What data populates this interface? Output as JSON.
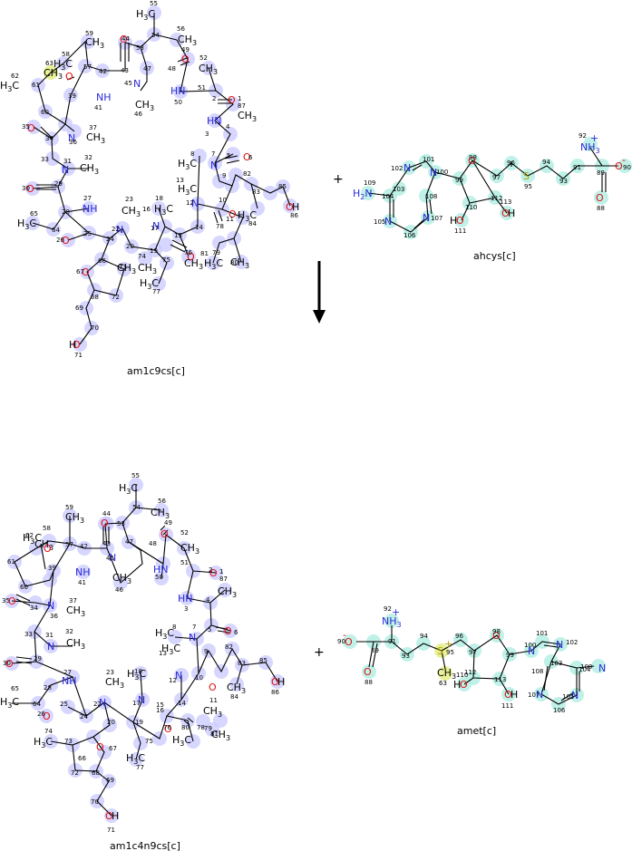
{
  "reaction": {
    "reactants": [
      {
        "label": "am1c9cs[c]"
      },
      {
        "label": "ahcys[c]"
      }
    ],
    "products": [
      {
        "label": "am1c4n9cs[c]"
      },
      {
        "label": "amet[c]"
      }
    ],
    "plus_top": "+",
    "plus_bottom": "+"
  },
  "colors": {
    "highlight_reactant_main": "#c8c8ff",
    "highlight_cofactor": "#b8f0e6",
    "highlight_sulfur_site": "#e6f08c",
    "nitrogen": "#2a2ad8",
    "oxygen": "#e01010",
    "sulfur": "#b0a000",
    "arrow": "#000000"
  },
  "atoms_top_left": {
    "groups": [
      "H3C",
      "CH3",
      "HN",
      "NH",
      "O",
      "OH",
      "N",
      "H3C",
      "CH3"
    ],
    "numbers": [
      "55",
      "54",
      "56",
      "53",
      "47",
      "49",
      "44",
      "43",
      "42",
      "57",
      "58",
      "59",
      "62",
      "61",
      "60",
      "39",
      "35",
      "34",
      "36",
      "37",
      "33",
      "31",
      "32",
      "30",
      "29",
      "27",
      "28",
      "65",
      "64",
      "26",
      "25",
      "24",
      "23",
      "22",
      "20",
      "19",
      "18",
      "17",
      "16",
      "15",
      "14",
      "13",
      "12",
      "11",
      "10",
      "9",
      "8",
      "7",
      "6",
      "5",
      "4",
      "3",
      "2",
      "1",
      "87",
      "52",
      "51",
      "50",
      "46",
      "45",
      "48",
      "41",
      "66",
      "67",
      "68",
      "69",
      "70",
      "71",
      "72",
      "73",
      "74",
      "75",
      "76",
      "77",
      "78",
      "79",
      "80",
      "81",
      "82",
      "83",
      "84",
      "85",
      "86"
    ]
  },
  "atoms_top_right": {
    "numbers": [
      "92",
      "91",
      "90",
      "89",
      "88",
      "93",
      "94",
      "95",
      "96",
      "97",
      "98",
      "99",
      "100",
      "101",
      "102",
      "103",
      "104",
      "105",
      "106",
      "107",
      "108",
      "109",
      "110",
      "111",
      "112",
      "113"
    ]
  },
  "atoms_bottom_right": {
    "numbers": [
      "92",
      "91",
      "90",
      "89",
      "88",
      "93",
      "94",
      "95",
      "63",
      "96",
      "97",
      "98",
      "99",
      "100",
      "101",
      "102",
      "103",
      "104",
      "105",
      "106",
      "107",
      "108",
      "111",
      "112",
      "113"
    ]
  }
}
